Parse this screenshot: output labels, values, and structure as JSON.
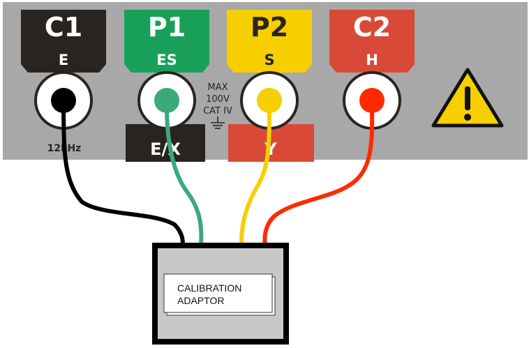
{
  "terminals": [
    {
      "top": "C1",
      "bottom": "E",
      "color": "#2a2420",
      "plug_color": "#000000",
      "lower_label": "12kHz"
    },
    {
      "top": "P1",
      "bottom": "ES",
      "color": "#18a05a",
      "plug_color": "#3aaa7a",
      "lower_label": "E/X"
    },
    {
      "top": "P2",
      "bottom": "S",
      "color": "#f7cf00",
      "plug_color": "#f7cf00",
      "lower_label": "Y"
    },
    {
      "top": "C2",
      "bottom": "H",
      "color": "#d84a37",
      "plug_color": "#ff2a00",
      "lower_label": ""
    }
  ],
  "rating": {
    "line1": "MAX",
    "line2": "100V",
    "line3": "CAT IV"
  },
  "adaptor": {
    "line1": "CALIBRATION",
    "line2": "ADAPTOR"
  },
  "colors": {
    "panel": "#a8a8a8",
    "lower_dark": "#2a2420",
    "lower_red": "#d84a37",
    "adaptor_body": "#c8c8c8",
    "warning_fill": "#f7cf00"
  },
  "icons": [
    "warning-triangle-icon",
    "ground-symbol-icon"
  ]
}
